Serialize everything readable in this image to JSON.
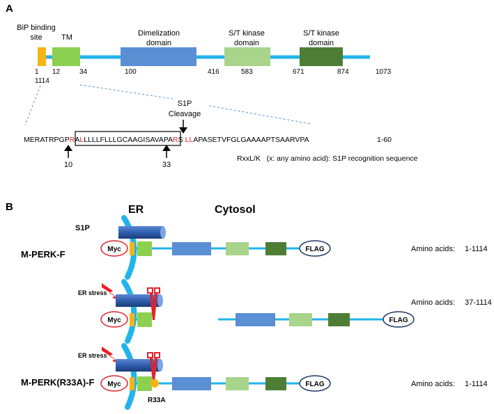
{
  "panel_a": {
    "label": "A",
    "domains": {
      "bip_line1": "BiP binding",
      "bip_line2": "site",
      "tm": "TM",
      "dimer_line1": "Dimelization",
      "dimer_line2": "domain",
      "kinase1_line1": "S/T kinase",
      "kinase1_line2": "domain",
      "kinase2_line1": "S/T kinase",
      "kinase2_line2": "domain"
    },
    "positions": [
      "1",
      "12",
      "34",
      "100",
      "416",
      "583",
      "671",
      "874",
      "1073"
    ],
    "position_second_row": "1114",
    "s1p_line1": "S1P",
    "s1p_line2": "Cleavage",
    "sequence": {
      "prefix": "MERATRPGP",
      "r10": "R",
      "a11": "A",
      "boxed_start": "L",
      "boxed_middle": "LLLLFLLLGCAAGISAVAPA",
      "r33": "R",
      "s34": "S",
      "l35": "L",
      "l36": "L",
      "suffix": "APASETVFGLGAAAAPTSAARVPA",
      "range": "1-60"
    },
    "arrow_labels": [
      "10",
      "33"
    ],
    "recognition_note": "RxxL/K   (x: any amino acid): S1P recognition sequence"
  },
  "panel_b": {
    "label": "B",
    "er": "ER",
    "cytosol": "Cytosol",
    "s1p": "S1P",
    "rows": [
      {
        "name": "M-PERK-F",
        "stress": "",
        "myc": "Myc",
        "flag": "FLAG",
        "aa_label": "Amino acids:",
        "aa_range": "1-1114"
      },
      {
        "name": "",
        "stress": "ER stress",
        "myc": "Myc",
        "flag": "FLAG",
        "aa_label": "Amino acids:",
        "aa_range": "37-1114"
      },
      {
        "name": "M-PERK(R33A)-F",
        "stress": "ER stress",
        "myc": "Myc",
        "flag": "FLAG",
        "aa_label": "Amino acids:",
        "aa_range": "1-1114",
        "mutation": "R33A"
      }
    ]
  },
  "colors": {
    "backbone": "#22b4ea",
    "bip": "#f7b416",
    "tm": "#8cd04f",
    "dimer": "#5b8fd4",
    "kinase_light": "#a8d48c",
    "kinase_dark": "#4e7e35",
    "highlight_red": "#e0232b",
    "myc_red": "#e0232b",
    "flag_navy": "#1f3864",
    "s1p_blue": "#2f5fae"
  }
}
